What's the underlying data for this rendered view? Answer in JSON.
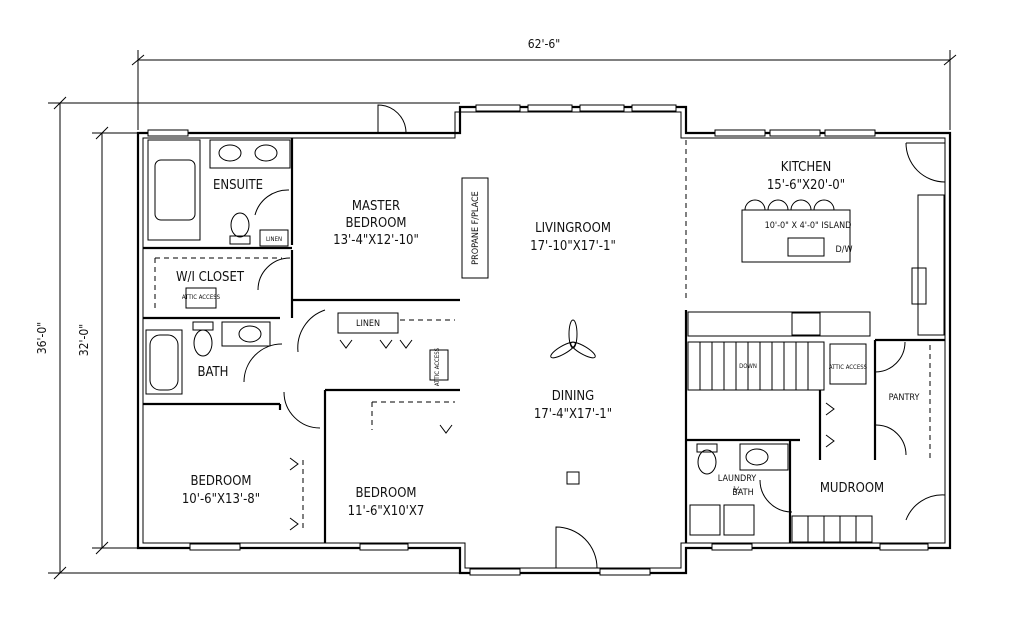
{
  "dimensions": {
    "overall_width": "62'-6\"",
    "overall_depth": "36'-0\"",
    "interior_depth": "32'-0\""
  },
  "rooms": {
    "master_bedroom": {
      "name_line1": "MASTER",
      "name_line2": "BEDROOM",
      "size": "13'-4\"X12'-10\""
    },
    "ensuite": {
      "name": "ENSUITE"
    },
    "linen_small": {
      "name": "LINEN"
    },
    "wi_closet": {
      "name": "W/I CLOSET"
    },
    "bath": {
      "name": "BATH"
    },
    "linen_hall": {
      "name": "LINEN"
    },
    "livingroom": {
      "name": "LIVINGROOM",
      "size": "17'-10\"X17'-1\""
    },
    "dining": {
      "name": "DINING",
      "size": "17'-4\"X17'-1\""
    },
    "kitchen": {
      "name": "KITCHEN",
      "size": "15'-6\"X20'-0\""
    },
    "island": {
      "label": "10'-0\" X 4'-0\" ISLAND",
      "dw": "D/W"
    },
    "bedroom_1": {
      "name": "BEDROOM",
      "size": "10'-6\"X13'-8\""
    },
    "bedroom_2": {
      "name": "BEDROOM",
      "size": "11'-6\"X10'X7"
    },
    "laundry": {
      "line1": "LAUNDRY",
      "fraction": "½",
      "line2": "BATH"
    },
    "mudroom": {
      "name": "MUDROOM"
    },
    "pantry": {
      "name": "PANTRY"
    },
    "stairs": {
      "label": "DOWN"
    }
  },
  "fixtures": {
    "propane": "PROPANE F/PLACE",
    "attic_access_1": "ATTIC ACCESS",
    "attic_access_2": "ATTIC ACCESS",
    "attic_access_3": "ATTIC ACCESS"
  }
}
